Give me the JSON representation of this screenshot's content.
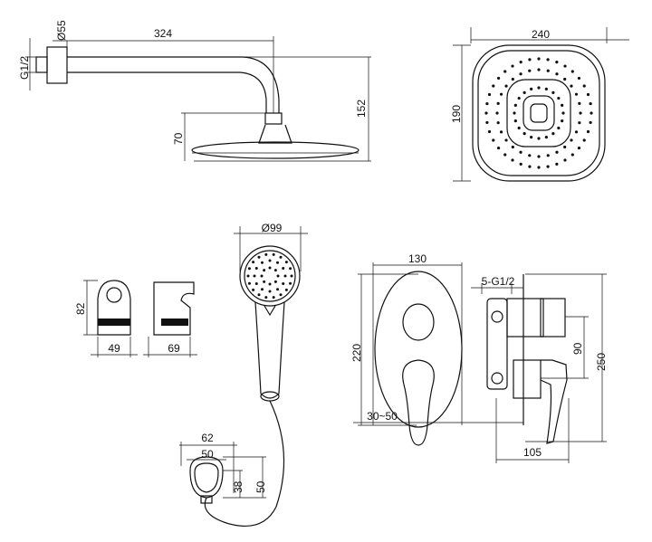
{
  "overhead_shower": {
    "diameter_flange": "Ø55",
    "thread": "G1/2",
    "arm_length": "324",
    "total_height": "152",
    "head_height": "70"
  },
  "shower_head_top": {
    "width": "240",
    "depth": "190"
  },
  "hand_shower": {
    "diameter": "Ø99"
  },
  "bracket": {
    "height": "82",
    "width_a": "49",
    "width_b": "69"
  },
  "mixer_valve": {
    "plate_width": "130",
    "plate_height": "220",
    "outlets": "5-G1/2",
    "outlet_spacing": "90",
    "total_height": "250",
    "wall_depth": "30~50",
    "depth": "105"
  },
  "hose_holder": {
    "outer_width": "62",
    "inner_width": "50",
    "inner_height": "38",
    "outer_height": "50"
  }
}
